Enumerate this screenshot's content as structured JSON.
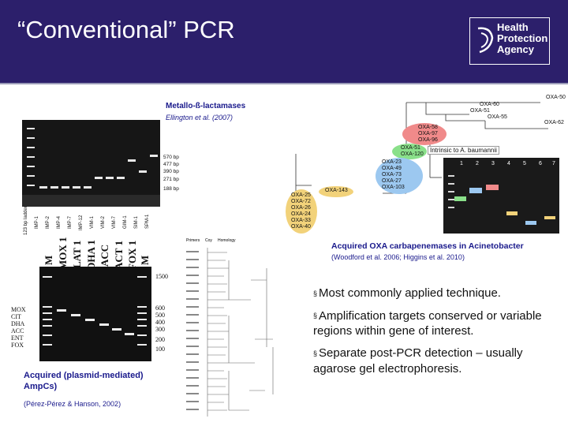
{
  "slide": {
    "title": "“Conventional” PCR",
    "logo": {
      "line1": "Health",
      "line2": "Protection",
      "line3": "Agency"
    },
    "colors": {
      "header": "#2c1f6b",
      "caption": "#1a1a8c",
      "gel": "#111111"
    }
  },
  "panel_metallo": {
    "heading": "Metallo-ß-lactamases",
    "citation": "Ellington et al. (2007)",
    "bp_labels": [
      "570 bp",
      "477 bp",
      "390 bp",
      "271 bp",
      "188 bp"
    ],
    "lane_labels": [
      "123 bp ladder",
      "IMP-1",
      "IMP-2",
      "IMP-4",
      "IMP-7",
      "IMP-12",
      "VIM-1",
      "VIM-2",
      "VIM-7",
      "GIM-1",
      "SIM-1",
      "SPM-1"
    ]
  },
  "panel_oxa": {
    "heading": "Acquired OXA carbapenemases in Acinetobacter",
    "citation": "(Woodford et al. 2006; Higgins et al. 2010)",
    "tree_labels": [
      "OXA-50",
      "OXA-60",
      "OXA-51",
      "OXA-55",
      "OXA-62",
      "OXA-58",
      "OXA-97",
      "OXA-96",
      "OXA-51",
      "OXA-120",
      "OXA-23",
      "OXA-49",
      "OXA-73",
      "OXA-27",
      "OXA-103",
      "OXA-143",
      "OXA-25",
      "OXA-72",
      "OXA-26",
      "OXA-24",
      "OXA-33",
      "OXA-40"
    ],
    "intrinsic_note": "Intrinsic to A. baumannii",
    "gel_lanes": [
      "1",
      "2",
      "3",
      "4",
      "5",
      "6",
      "7"
    ]
  },
  "panel_ampc": {
    "heading_line1": "Acquired (plasmid-mediated)",
    "heading_line2": "AmpCs)",
    "citation": "(Pérez-Pérez & Hanson, 2002)",
    "lane_labels": [
      "M",
      "MOX 1",
      "LAT 1",
      "DHA 1",
      "ACC",
      "ACT 1",
      "FOX 1",
      "M"
    ],
    "left_labels": [
      "MOX",
      "CIT",
      "DHA",
      "ACC",
      "ENT",
      "FOX"
    ],
    "right_labels": [
      "1500",
      "600",
      "500",
      "400",
      "300",
      "200",
      "100"
    ]
  },
  "tree_panel": {
    "headers": [
      "Primers",
      "Coy",
      "Homology"
    ]
  },
  "bullets": [
    "Most commonly applied technique.",
    "Amplification targets conserved or variable regions within gene of interest.",
    "Separate post-PCR detection – usually agarose gel electrophoresis."
  ],
  "bullet_mark": "§"
}
